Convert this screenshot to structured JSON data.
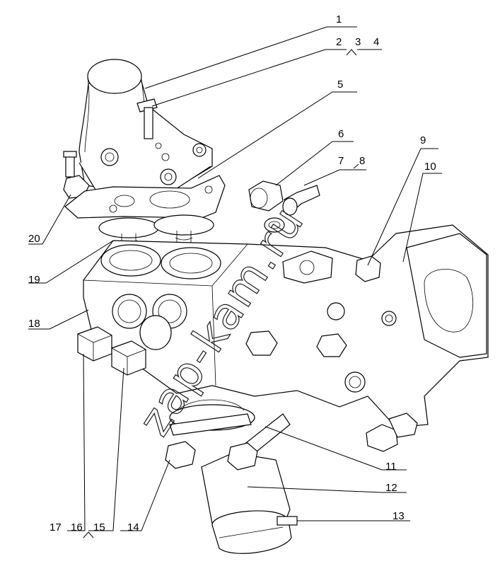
{
  "diagram": {
    "watermark": "zap-kam.ru",
    "callouts": [
      "1",
      "2",
      "3",
      "4",
      "5",
      "6",
      "7",
      "8",
      "9",
      "10",
      "11",
      "12",
      "13",
      "14",
      "15",
      "16",
      "17",
      "18",
      "19",
      "20"
    ]
  }
}
